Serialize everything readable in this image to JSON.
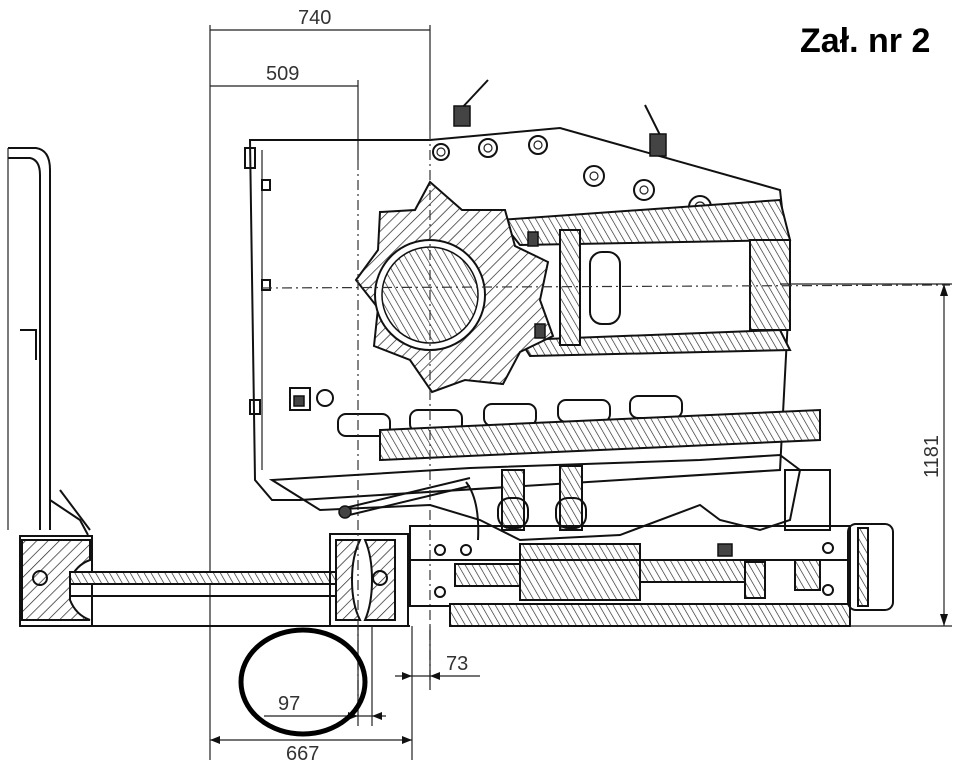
{
  "title": "Zał. nr 2",
  "dimensions": {
    "d740": "740",
    "d509": "509",
    "d1181": "1181",
    "d73": "73",
    "d97": "97",
    "d667": "667"
  },
  "colors": {
    "line": "#111111",
    "highlight_circle": "#000000",
    "background": "#ffffff"
  }
}
